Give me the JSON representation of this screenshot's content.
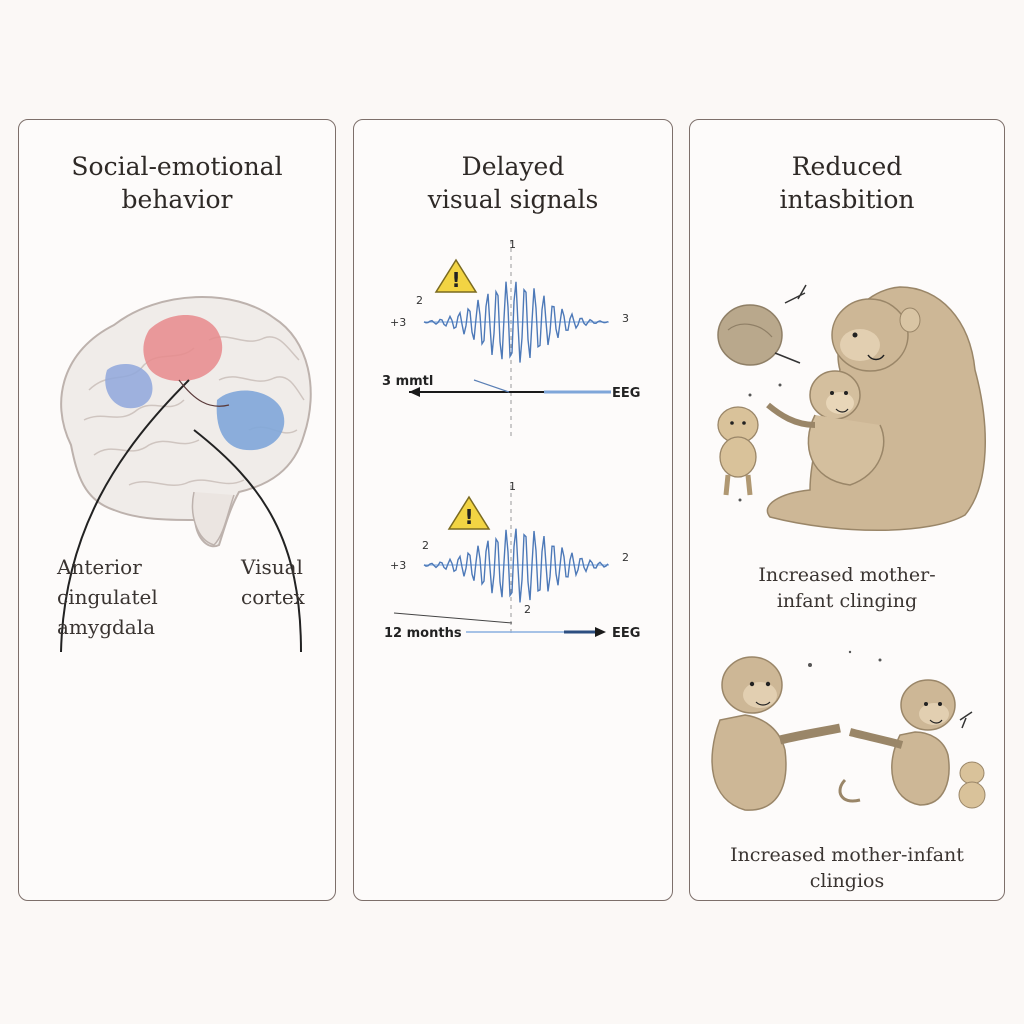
{
  "panels": [
    {
      "title_line1": "Social-emotional",
      "title_line2": "behavior",
      "label_left_lines": [
        "Anterior",
        "cingulatel",
        "amygdala"
      ],
      "label_right_lines": [
        "Visual",
        "cortex"
      ]
    },
    {
      "title_line1": "Delayed",
      "title_line2": "visual signals",
      "trace1": {
        "time_label": "3 mmtl",
        "signal_label": "EEG",
        "left_mark": "+3",
        "top_mark": "1",
        "right_mark": "3",
        "small_mark": "2"
      },
      "trace2": {
        "time_label": "12 months",
        "signal_label": "EEG",
        "left_mark": "+3",
        "top_mark": "1",
        "right_mark": "2",
        "bottom_mark": "2",
        "small_mark": "2"
      }
    },
    {
      "title_line1": "Reduced",
      "title_line2": "intasbition",
      "caption1_lines": [
        "Increased mother-",
        "infant clinging"
      ],
      "caption2_lines": [
        "Increased mother-infant",
        "clingios"
      ]
    }
  ],
  "colors": {
    "border": "#7d6f6a",
    "brain_red": "#e88a8c",
    "brain_blue": "#7fa6d9",
    "wave": "#4d79b8",
    "warning": "#f2d443",
    "monkey_fur": "#cdb796"
  }
}
